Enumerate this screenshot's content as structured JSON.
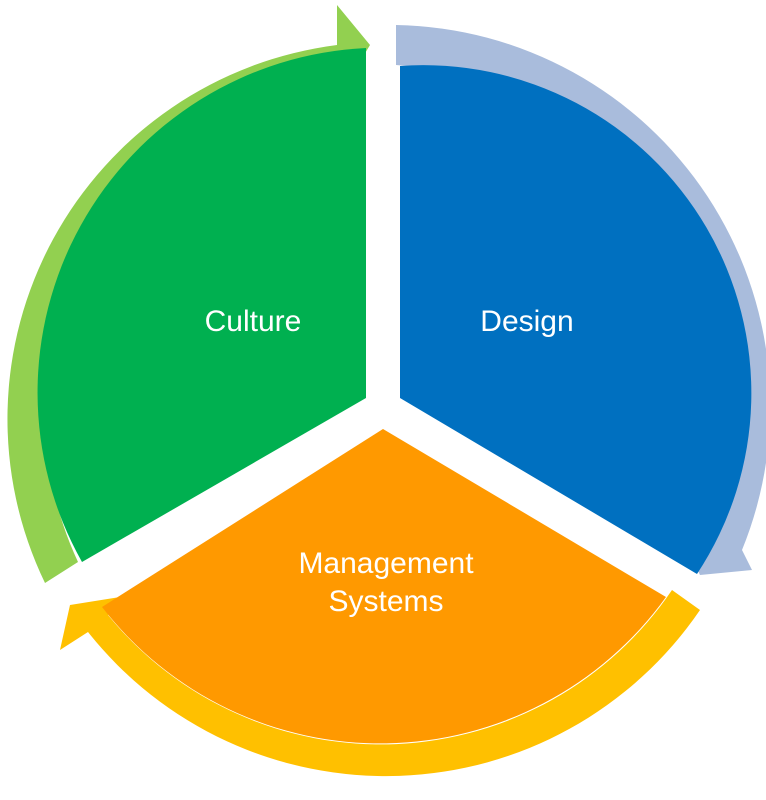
{
  "diagram": {
    "segments": [
      {
        "key": "culture",
        "label": "Culture",
        "fill": "#00B050",
        "arrow": "#92D050"
      },
      {
        "key": "design",
        "label": "Design",
        "fill": "#0070C0",
        "arrow": "#A9BCDC"
      },
      {
        "key": "management",
        "label_line1": "Management",
        "label_line2": "Systems",
        "fill": "#FF9900",
        "arrow": "#FFC000"
      }
    ]
  }
}
